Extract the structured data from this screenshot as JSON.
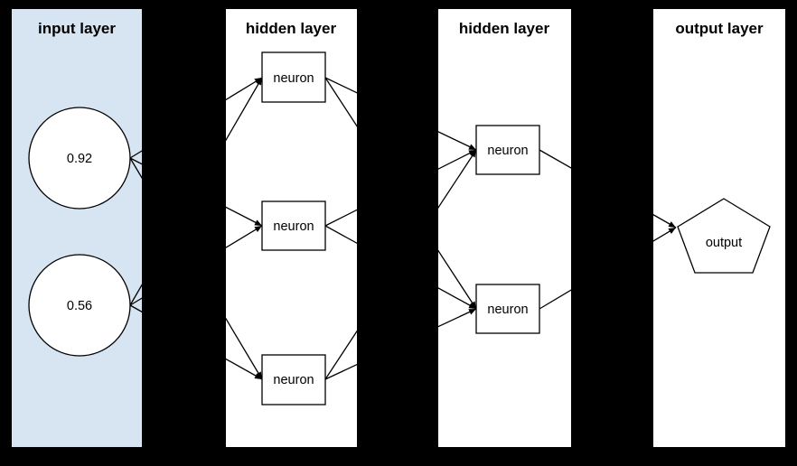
{
  "diagram": {
    "type": "neural-network",
    "background": "#000000",
    "colors": {
      "input_panel_fill": "#d7e4f2",
      "panel_fill": "#ffffff",
      "node_fill": "#ffffff",
      "stroke": "#000000"
    },
    "layers": [
      {
        "id": "input",
        "title": "input layer"
      },
      {
        "id": "hidden1",
        "title": "hidden layer"
      },
      {
        "id": "hidden2",
        "title": "hidden layer"
      },
      {
        "id": "output",
        "title": "output layer"
      }
    ],
    "nodes": {
      "input1": {
        "shape": "circle",
        "layer": "input",
        "label": "0.92"
      },
      "input2": {
        "shape": "circle",
        "layer": "input",
        "label": "0.56"
      },
      "h1n1": {
        "shape": "rect",
        "layer": "hidden1",
        "label": "neuron"
      },
      "h1n2": {
        "shape": "rect",
        "layer": "hidden1",
        "label": "neuron"
      },
      "h1n3": {
        "shape": "rect",
        "layer": "hidden1",
        "label": "neuron"
      },
      "h2n1": {
        "shape": "rect",
        "layer": "hidden2",
        "label": "neuron"
      },
      "h2n2": {
        "shape": "rect",
        "layer": "hidden2",
        "label": "neuron"
      },
      "out1": {
        "shape": "pentagon",
        "layer": "output",
        "label": "output"
      }
    },
    "edges": [
      {
        "from": "input1",
        "to": "h1n1"
      },
      {
        "from": "input1",
        "to": "h1n2"
      },
      {
        "from": "input1",
        "to": "h1n3"
      },
      {
        "from": "input2",
        "to": "h1n1"
      },
      {
        "from": "input2",
        "to": "h1n2"
      },
      {
        "from": "input2",
        "to": "h1n3"
      },
      {
        "from": "h1n1",
        "to": "h2n1"
      },
      {
        "from": "h1n1",
        "to": "h2n2"
      },
      {
        "from": "h1n2",
        "to": "h2n1"
      },
      {
        "from": "h1n2",
        "to": "h2n2"
      },
      {
        "from": "h1n3",
        "to": "h2n1"
      },
      {
        "from": "h1n3",
        "to": "h2n2"
      },
      {
        "from": "h2n1",
        "to": "out1"
      },
      {
        "from": "h2n2",
        "to": "out1"
      }
    ]
  }
}
